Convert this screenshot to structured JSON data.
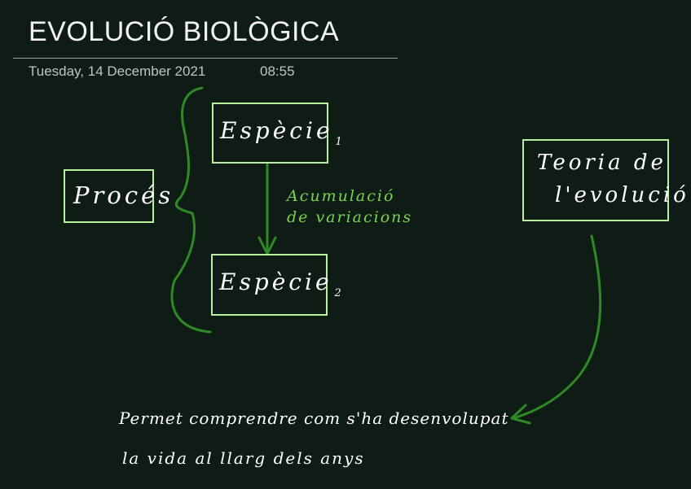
{
  "page": {
    "title": "EVOLUCIÓ BIOLÒGICA",
    "date": "Tuesday, 14 December 2021",
    "time": "08:55"
  },
  "notes": {
    "especie1": {
      "label": "Espècie",
      "sub": "1"
    },
    "especie2": {
      "label": "Espècie",
      "sub": "2"
    },
    "proces": "Procés",
    "acumulacio": {
      "line1": "Acumulació",
      "line2": "de variacions"
    },
    "teoria": {
      "line1": "Teoria de",
      "line2": "l'evolució"
    },
    "permet": {
      "line1": "Permet comprendre com s'ha desenvolupat",
      "line2": "la vida al llarg dels anys"
    }
  },
  "colors": {
    "background": "#0e1c15",
    "box_border": "#b8f0a0",
    "ink_green": "#2f8a25",
    "text_green": "#78d64a",
    "text_white": "#ffffff"
  }
}
